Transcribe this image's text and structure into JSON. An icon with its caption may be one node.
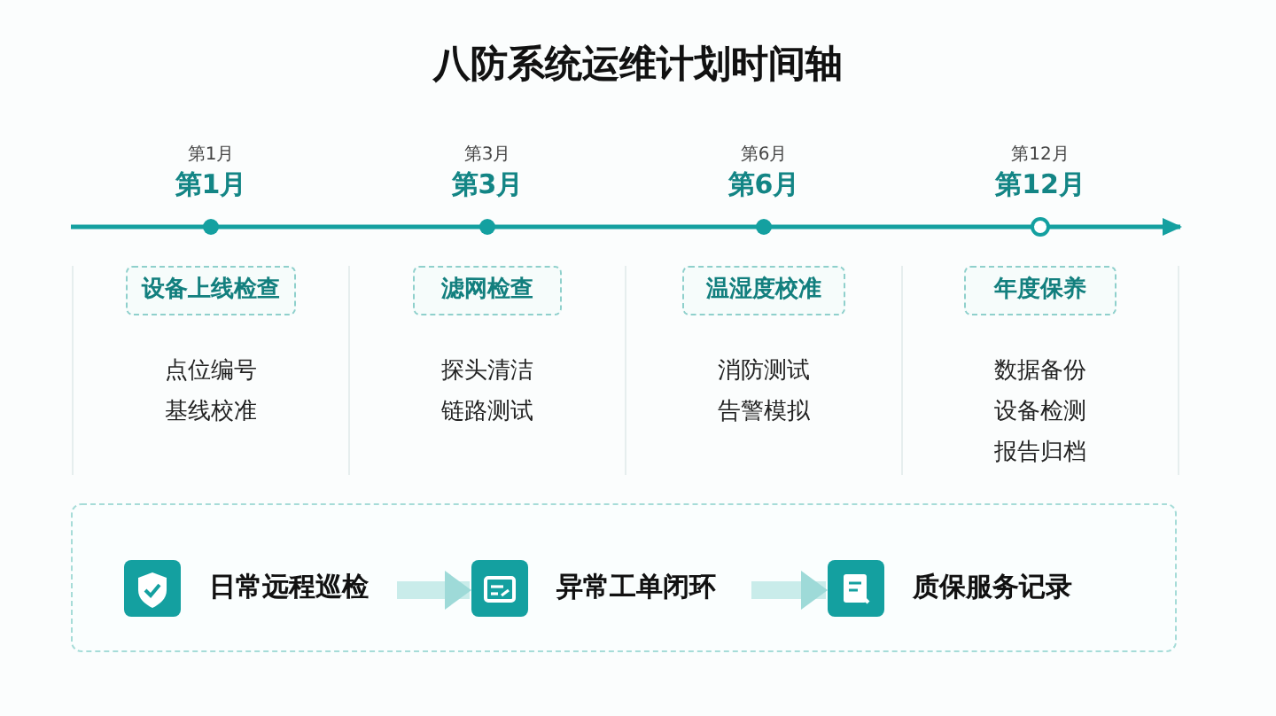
{
  "diagram": {
    "title": "八防系统运维计划时间轴",
    "nodes": [
      {
        "text": [
          "设备上线检查"
        ],
        "beside": [
          "点位编号",
          "基线校准"
        ]
      },
      {
        "text": [
          "滤网检查"
        ],
        "beside": [
          "探头清洁",
          "链路测试"
        ]
      },
      {
        "text": [
          "温湿度校准"
        ],
        "beside": [
          "消防测试",
          "告警模拟"
        ]
      },
      {
        "text": [
          "年度保养"
        ],
        "beside": [
          "数据备份",
          "设备检测",
          "报告归档"
        ]
      },
      {
        "text": [],
        "shape": "box"
      },
      {
        "text": [
          "日常远程巡检"
        ],
        "in": 4
      },
      {
        "text": [
          "异常工单闭环"
        ],
        "in": 4
      },
      {
        "text": [
          "质保服务记录"
        ],
        "in": 4
      }
    ],
    "edges": [
      {
        "from": 5,
        "to": 6,
        "arrow": "to"
      },
      {
        "from": 6,
        "to": 7,
        "arrow": "to"
      }
    ],
    "labels": [
      "第1月",
      "第1月",
      "第3月",
      "第3月",
      "第6月",
      "第6月",
      "第12月",
      "第12月"
    ]
  }
}
